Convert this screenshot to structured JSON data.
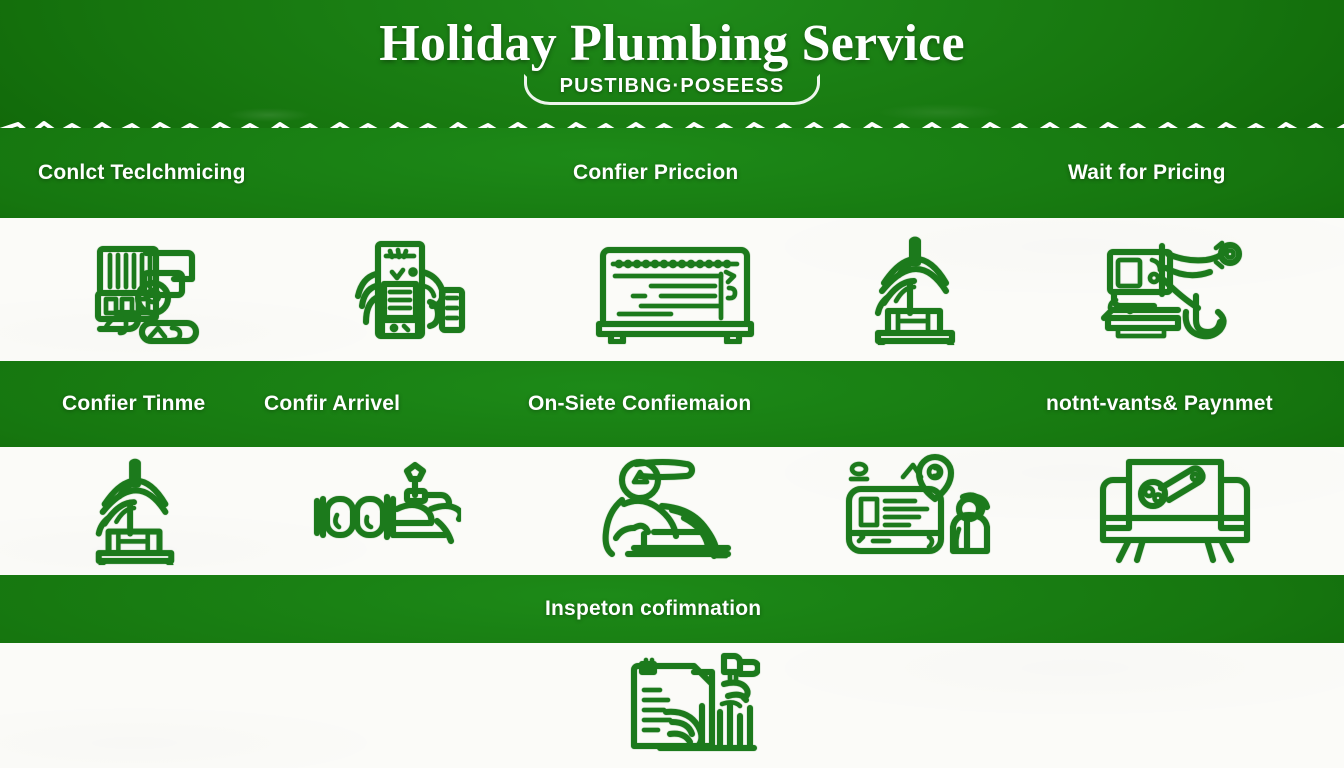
{
  "header": {
    "title": "Holiday Plumbing Service",
    "subtitle": "PUSTIBNG·POSEESS"
  },
  "theme": {
    "band_green": "#16760f",
    "band_green_light": "#1d8a18",
    "band_green_dark": "#0e6207",
    "icon_green": "#1c7a1c",
    "panel_white": "#fbfbf8",
    "text_white": "#ffffff"
  },
  "rows": [
    {
      "name": "row-1",
      "labels": [
        {
          "text": "Conlct Teclchmicing",
          "icon": "appliance-hand-icon"
        },
        {
          "text": "Confier Priccion",
          "icon": "water-heater-icon"
        },
        {
          "text": "Wait for Pricing",
          "icon": "invoice-screen-icon"
        }
      ],
      "icons": [
        "appliance-hand-icon",
        "water-heater-icon",
        "invoice-screen-icon",
        "house-pedestal-icon",
        "pipe-machine-icon"
      ]
    },
    {
      "name": "row-2",
      "labels": [
        {
          "text": "Confier Tinme",
          "icon": "house-pedestal-icon"
        },
        {
          "text": "Confir Arrivel",
          "icon": "faucet-pipe-icon"
        },
        {
          "text": "On-Siete Confiemaion",
          "icon": "worker-person-icon"
        },
        {
          "text": "notnt-vants& Paynmet",
          "icon": "monitor-wrench-icon"
        }
      ],
      "icons": [
        "house-pedestal-icon",
        "faucet-pipe-icon",
        "worker-person-icon",
        "monitor-person-pin-icon",
        "monitor-wrench-icon"
      ]
    },
    {
      "name": "row-3",
      "labels": [
        {
          "text": "Inspeton cofimnation",
          "icon": "clipboard-pipes-icon"
        }
      ],
      "icons": [
        "clipboard-pipes-icon"
      ]
    }
  ],
  "labels_flat": {
    "r1c1": "Conlct Teclchmicing",
    "r1c2": "Confier Priccion",
    "r1c3": "Wait for Pricing",
    "r2c1": "Confier Tinme",
    "r2c2": "Confir Arrivel",
    "r2c3": "On-Siete Confiemaion",
    "r2c4": "notnt-vants& Paynmet",
    "r3c1": "Inspeton cofimnation"
  }
}
